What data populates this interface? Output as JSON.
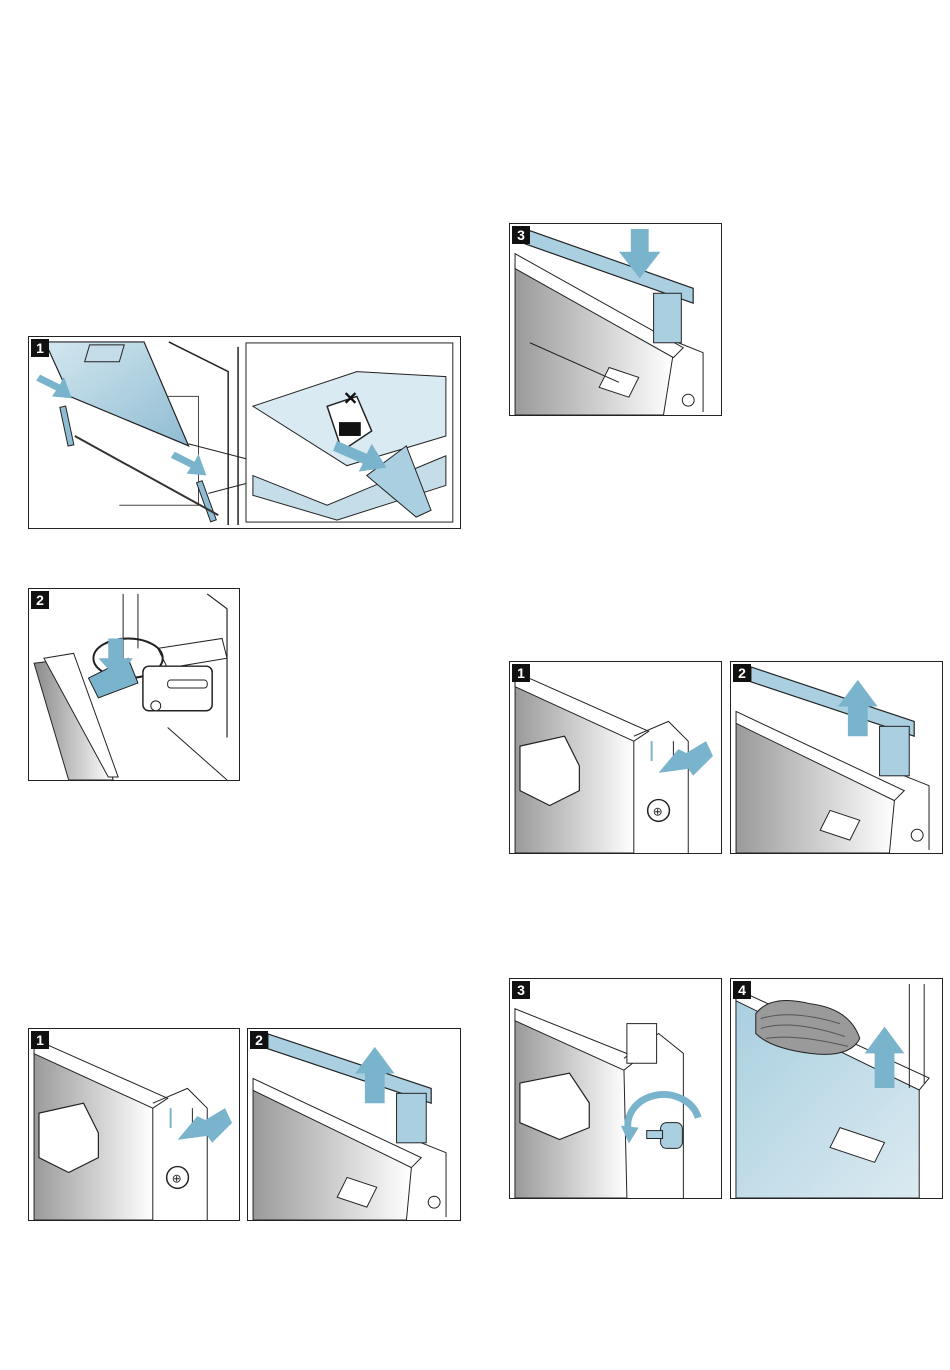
{
  "steps": {
    "door_remove_1": "1",
    "door_remove_2": "2",
    "door_cover_3": "3",
    "cover_remove_1": "1",
    "cover_remove_2": "2",
    "cover_right_1": "1",
    "cover_right_2": "2",
    "glass_remove_3": "3",
    "glass_remove_4": "4"
  },
  "colors": {
    "arrow": "#7ab4cc",
    "glass": "#a9cfe0",
    "line": "#222222"
  }
}
